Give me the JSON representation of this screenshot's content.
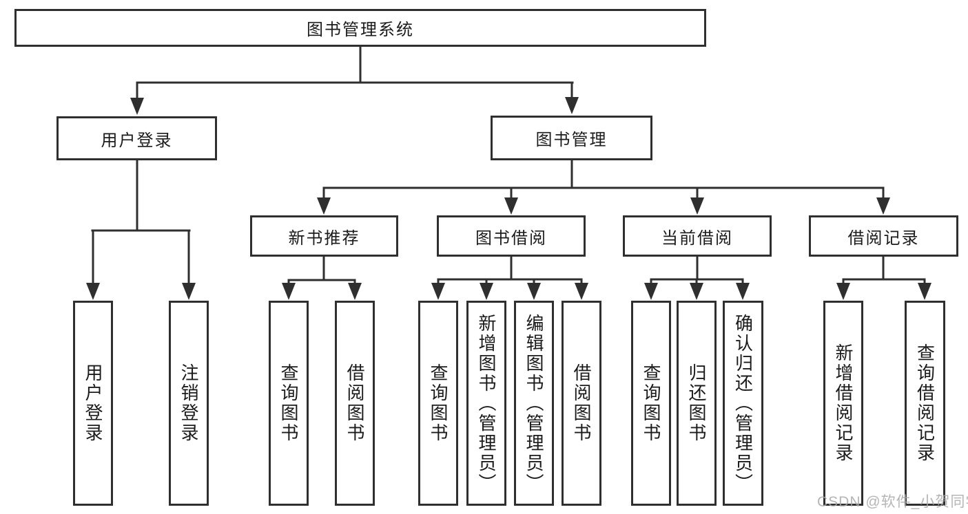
{
  "diagram_type": "hierarchy-tree",
  "tree": {
    "label": "图书管理系统",
    "children": [
      {
        "label": "用户登录",
        "children": [
          {
            "label": "用户登录"
          },
          {
            "label": "注销登录"
          }
        ]
      },
      {
        "label": "图书管理",
        "children": [
          {
            "label": "新书推荐",
            "children": [
              {
                "label": "查询图书"
              },
              {
                "label": "借阅图书"
              }
            ]
          },
          {
            "label": "图书借阅",
            "children": [
              {
                "label": "查询图书"
              },
              {
                "label": "新增图书（管理员）"
              },
              {
                "label": "编辑图书（管理员）"
              },
              {
                "label": "借阅图书"
              }
            ]
          },
          {
            "label": "当前借阅",
            "children": [
              {
                "label": "查询图书"
              },
              {
                "label": "归还图书"
              },
              {
                "label": "确认归还（管理员）"
              }
            ]
          },
          {
            "label": "借阅记录",
            "children": [
              {
                "label": "新增借阅记录"
              },
              {
                "label": "查询借阅记录"
              }
            ]
          }
        ]
      }
    ]
  },
  "watermark": "CSDN @软件_小贺同学",
  "colors": {
    "line": "#2f2f2f",
    "box_border": "#2f2f2f",
    "text": "#1b1b1b",
    "watermark": "#a9a9a9",
    "background": "#ffffff"
  }
}
